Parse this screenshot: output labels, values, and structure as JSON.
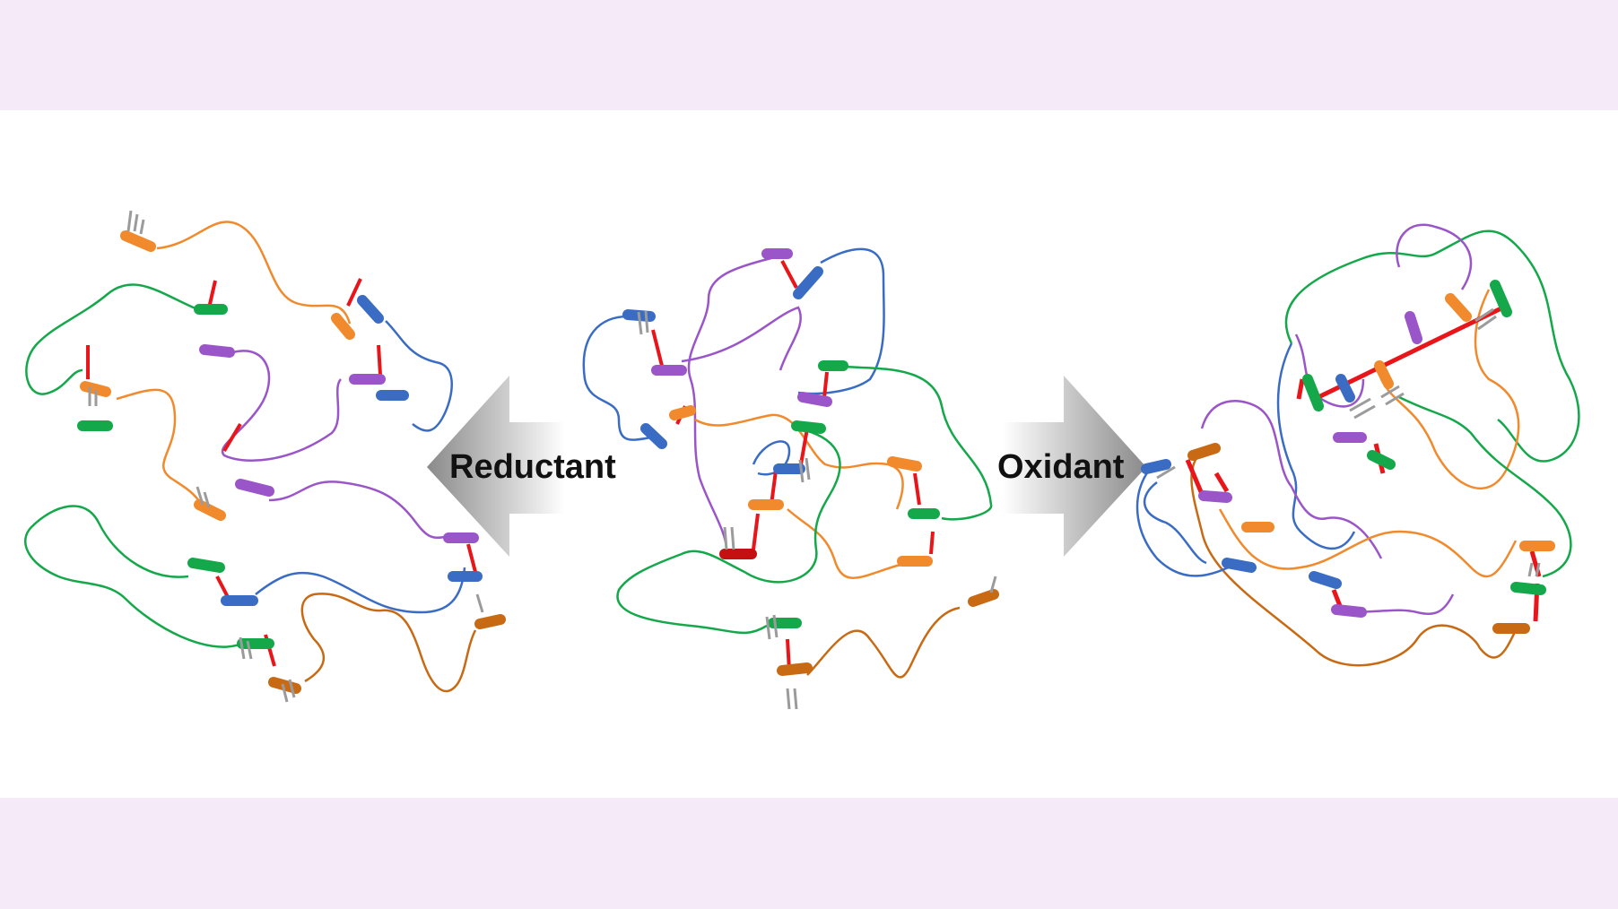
{
  "labels": {
    "reductant": "Reductant",
    "oxidant": "Oxidant"
  },
  "colors": {
    "band": "#f5eaf7",
    "background": "#ffffff",
    "crosslink": "#e8161b",
    "orange": "#f08a2c",
    "green": "#14a84a",
    "blue": "#3a6cc4",
    "purple": "#9a55c8",
    "brown": "#c86a14",
    "dark_red": "#c41010",
    "grey": "#9b9b9b"
  },
  "icons": {
    "left_arrow": "arrow-left-gradient",
    "right_arrow": "arrow-right-gradient",
    "segment": "ribbon-segment",
    "tail": "grey-comb-tail"
  }
}
